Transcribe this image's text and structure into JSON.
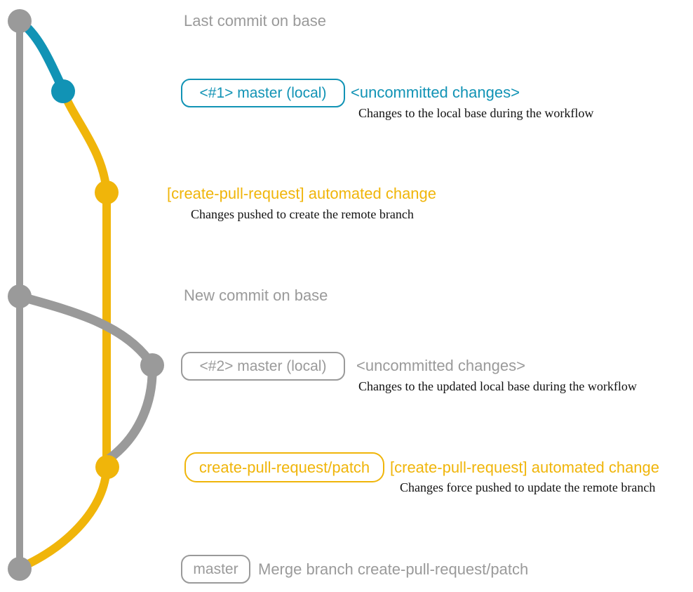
{
  "colors": {
    "gray": "#9a9a9a",
    "teal": "#1193b5",
    "yellow": "#f0b50a",
    "ink": "#111111",
    "background": "#ffffff"
  },
  "graph": {
    "type": "git-commit-graph",
    "branches": [
      {
        "name": "base",
        "color": "#9a9a9a"
      },
      {
        "name": "master (local)",
        "color": "#1193b5"
      },
      {
        "name": "create-pull-request/patch",
        "color": "#f0b50a"
      }
    ],
    "commits": [
      {
        "id": 1,
        "branch": "base",
        "label": "Last commit on base"
      },
      {
        "id": 2,
        "branch": "master (local)",
        "label": "<#1> master (local) <uncommitted changes>"
      },
      {
        "id": 3,
        "branch": "create-pull-request/patch",
        "label": "[create-pull-request] automated change"
      },
      {
        "id": 4,
        "branch": "base",
        "label": "New commit on base"
      },
      {
        "id": 5,
        "branch": "master (local)",
        "label": "<#2> master (local) <uncommitted changes>"
      },
      {
        "id": 6,
        "branch": "create-pull-request/patch",
        "label": "[create-pull-request] automated change"
      },
      {
        "id": 7,
        "branch": "base",
        "label": "master — Merge branch create-pull-request/patch"
      }
    ]
  },
  "annotations": {
    "last_commit": "Last commit on base",
    "row1_badge": "<#1> master (local)",
    "row1_title": "<uncommitted changes>",
    "row1_caption": "Changes to the local base during the workflow",
    "row2_title": "[create-pull-request] automated change",
    "row2_caption": "Changes pushed to create the remote branch",
    "new_commit": "New commit on base",
    "row3_badge": "<#2> master (local)",
    "row3_title": "<uncommitted changes>",
    "row3_caption": "Changes to the updated local base during the workflow",
    "row4_badge": "create-pull-request/patch",
    "row4_title": "[create-pull-request] automated change",
    "row4_caption": "Changes force pushed to update the remote branch",
    "row5_badge": "master",
    "row5_title": "Merge branch create-pull-request/patch"
  }
}
